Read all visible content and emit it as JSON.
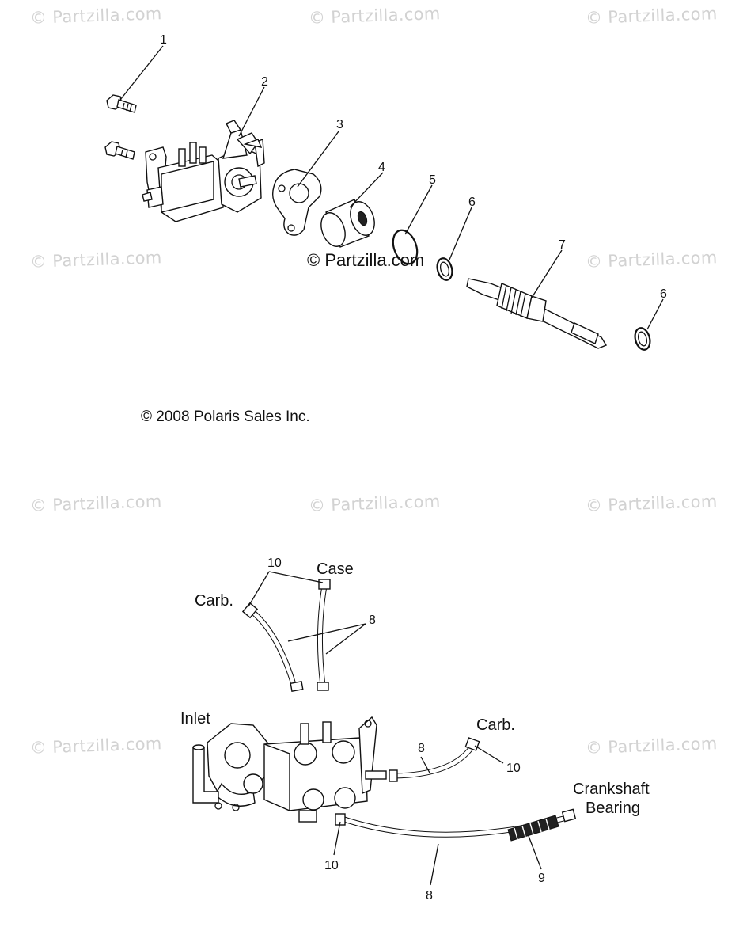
{
  "watermarks": [
    "© Partzilla.com",
    "© Partzilla.com",
    "© Partzilla.com",
    "© Partzilla.com",
    "© Partzilla.com",
    "© Partzilla.com",
    "© Partzilla.com",
    "© Partzilla.com",
    "© Partzilla.com"
  ],
  "center_mark": "© Partzilla.com",
  "copyright": "© 2008 Polaris Sales Inc.",
  "top_callouts": [
    "1",
    "2",
    "3",
    "4",
    "5",
    "6",
    "7",
    "6"
  ],
  "bottom_callouts": [
    "10",
    "8",
    "8",
    "10",
    "10",
    "8",
    "9"
  ],
  "bottom_labels": {
    "case": "Case",
    "carb_top": "Carb.",
    "inlet": "Inlet",
    "carb_right": "Carb.",
    "crankshaft": "Crankshaft",
    "bearing": "Bearing"
  }
}
